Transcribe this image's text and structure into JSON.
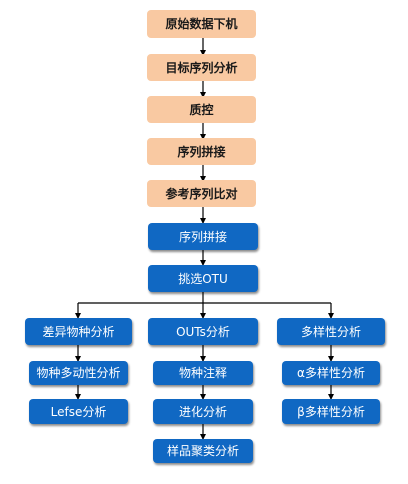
{
  "colors": {
    "orange_fill": "#f9c9a2",
    "blue_fill": "#1068c3",
    "connector": "#000000"
  },
  "nodes": {
    "raw_data": "原始数据下机",
    "target_sequence_analysis": "目标序列分析",
    "quality_control": "质控",
    "sequence_assembly_1": "序列拼接",
    "reference_alignment": "参考序列比对",
    "sequence_assembly_2": "序列拼接",
    "select_otu": "挑选OTU",
    "differential_species": "差异物种分析",
    "species_diversity": "物种多动性分析",
    "lefse": "Lefse分析",
    "otus_analysis": "OUTs分析",
    "species_annotation": "物种注释",
    "evolution": "进化分析",
    "sample_clustering": "样品聚类分析",
    "diversity": "多样性分析",
    "alpha_diversity": "α多样性分析",
    "beta_diversity": "β多样性分析"
  }
}
